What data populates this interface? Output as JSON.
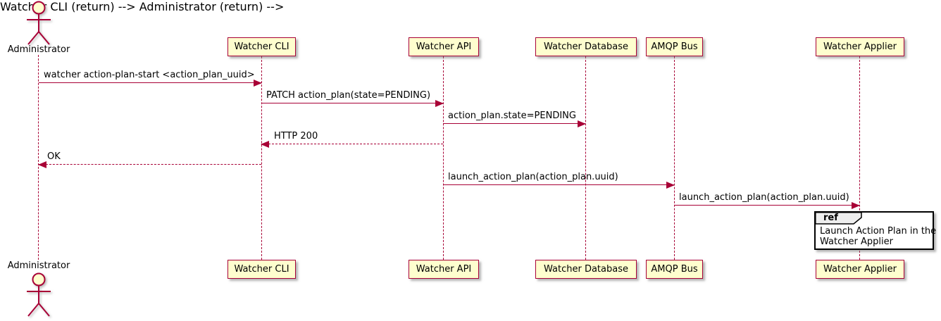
{
  "diagram": {
    "type": "sequence",
    "actor": {
      "label": "Administrator"
    },
    "participants": [
      {
        "label": "Watcher CLI"
      },
      {
        "label": "Watcher API"
      },
      {
        "label": "Watcher Database"
      },
      {
        "label": "AMQP Bus"
      },
      {
        "label": "Watcher Applier"
      }
    ],
    "messages": [
      {
        "label": "watcher action-plan-start <action_plan_uuid>",
        "from": "Administrator",
        "to": "Watcher CLI",
        "style": "solid"
      },
      {
        "label": "PATCH action_plan(state=PENDING)",
        "from": "Watcher CLI",
        "to": "Watcher API",
        "style": "solid"
      },
      {
        "label": "action_plan.state=PENDING",
        "from": "Watcher API",
        "to": "Watcher Database",
        "style": "solid"
      },
      {
        "label": "HTTP 200",
        "from": "Watcher API",
        "to": "Watcher CLI",
        "style": "dashed"
      },
      {
        "label": "OK",
        "from": "Watcher CLI",
        "to": "Administrator",
        "style": "dashed"
      },
      {
        "label": "launch_action_plan(action_plan.uuid)",
        "from": "Watcher API",
        "to": "AMQP Bus",
        "style": "solid"
      },
      {
        "label": "launch_action_plan(action_plan.uuid)",
        "from": "AMQP Bus",
        "to": "Watcher Applier",
        "style": "solid"
      }
    ],
    "ref": {
      "keyword": "ref",
      "lines": [
        "Launch Action Plan in the",
        "Watcher Applier"
      ]
    },
    "colors": {
      "participant_fill": "#FEFECE",
      "stroke": "#A80036",
      "text": "#000000",
      "ref_tab_fill": "#EEEEEE",
      "ref_border": "#000000",
      "background": "#FFFFFF"
    }
  }
}
